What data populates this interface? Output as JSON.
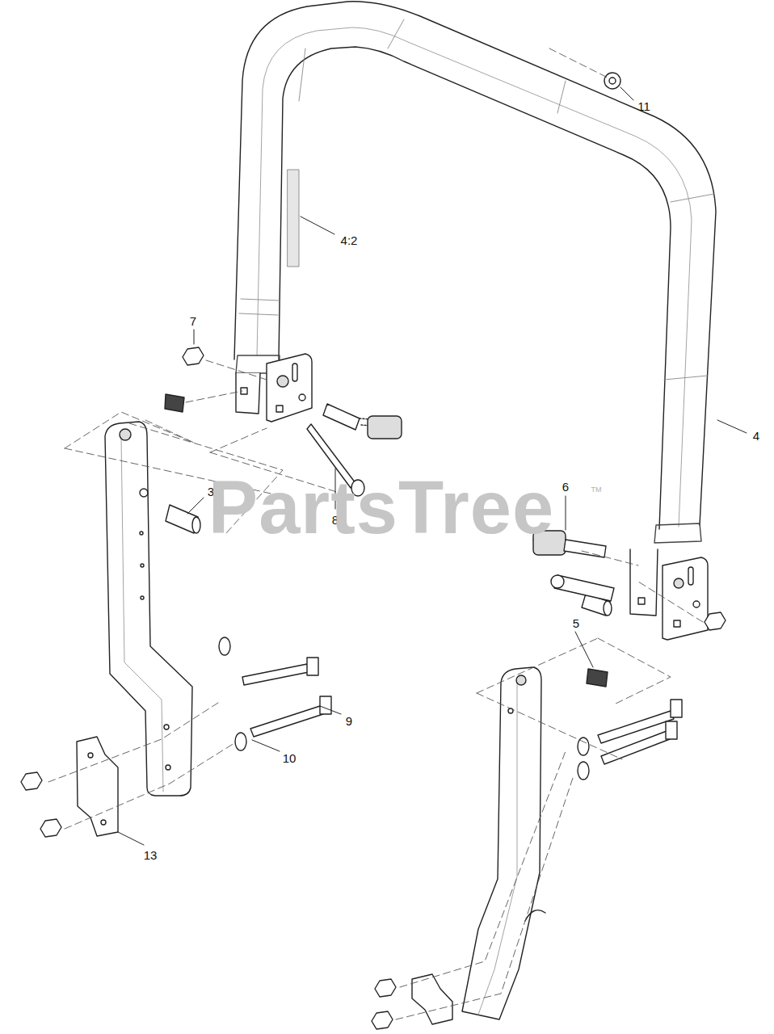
{
  "diagram": {
    "labels": [
      "11",
      "4:2",
      "7",
      "4",
      "3",
      "8",
      "PartsTree",
      "TM",
      "6",
      "5",
      "9",
      "10",
      "13"
    ]
  }
}
